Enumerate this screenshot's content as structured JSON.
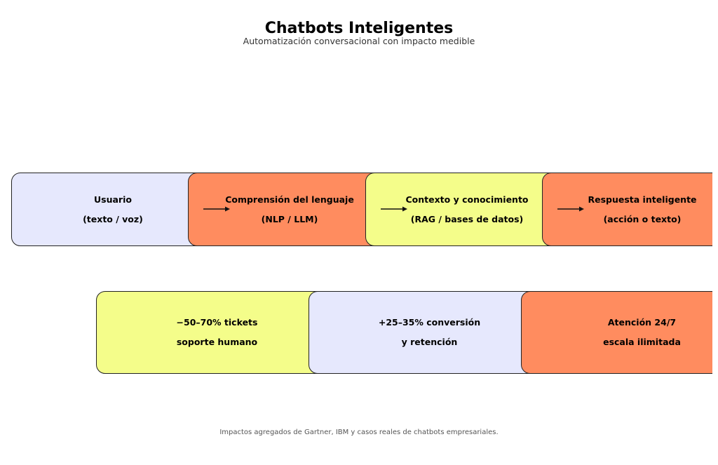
{
  "header": {
    "title": "Chatbots Inteligentes",
    "subtitle": "Automatización conversacional con impacto medible"
  },
  "flow": {
    "steps": [
      {
        "line1": "Usuario",
        "line2": "(texto / voz)",
        "color": "#e6e8fd"
      },
      {
        "line1": "Comprensión del lenguaje",
        "line2": "(NLP / LLM)",
        "color": "#ff8c5f"
      },
      {
        "line1": "Contexto y conocimiento",
        "line2": "(RAG / bases de datos)",
        "color": "#f4fd8a"
      },
      {
        "line1": "Respuesta inteligente",
        "line2": "(acción o texto)",
        "color": "#ff8c5f"
      }
    ]
  },
  "impacts": {
    "items": [
      {
        "line1": "−50–70% tickets",
        "line2": "soporte humano",
        "color": "#f4fd8a"
      },
      {
        "line1": "+25–35% conversión",
        "line2": "y retención",
        "color": "#e6e8fd"
      },
      {
        "line1": "Atención 24/7",
        "line2": "escala ilimitada",
        "color": "#ff8c5f"
      }
    ]
  },
  "footer": {
    "note": "Impactos agregados de Gartner, IBM y casos reales de chatbots empresariales."
  },
  "colors": {
    "border": "#222222",
    "arrow": "#111111"
  }
}
